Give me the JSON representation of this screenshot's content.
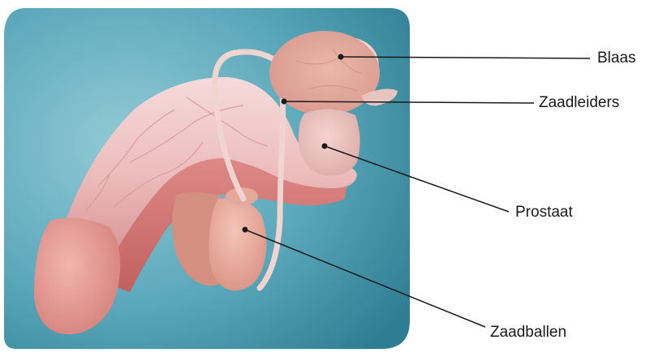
{
  "labels": {
    "bladder": "Blaas",
    "vas_deferens": "Zaadleiders",
    "prostate": "Prostaat",
    "testes": "Zaadballen"
  },
  "colors": {
    "background_panel": "#4f9fb3",
    "tissue_light": "#efc6c6",
    "tissue_pink": "#e9a9a7",
    "tissue_dark": "#cf6f6e",
    "tube": "#efd3cf",
    "leader_line": "#1a1a1a"
  }
}
